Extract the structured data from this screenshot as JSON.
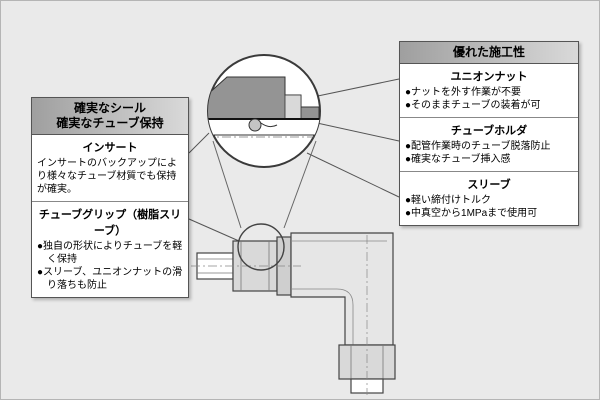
{
  "left_box": {
    "header_line1": "確実なシール",
    "header_line2": "確実なチューブ保持",
    "sections": [
      {
        "title": "インサート",
        "body": "インサートのバックアップにより様々なチューブ材質でも保持が確実。"
      },
      {
        "title": "チューブグリップ（樹脂スリーブ）",
        "bullets": [
          "●独自の形状によりチューブを軽く保持",
          "●スリーブ、ユニオンナットの滑り落ちも防止"
        ]
      }
    ]
  },
  "right_box": {
    "header": "優れた施工性",
    "sections": [
      {
        "title": "ユニオンナット",
        "bullets": [
          "●ナットを外す作業が不要",
          "●そのままチューブの装着が可"
        ]
      },
      {
        "title": "チューブホルダ",
        "bullets": [
          "●配管作業時のチューブ脱落防止",
          "●確実なチューブ挿入感"
        ]
      },
      {
        "title": "スリーブ",
        "bullets": [
          "●軽い締付けトルク",
          "●中真空から1MPaまで使用可"
        ]
      }
    ]
  },
  "colors": {
    "background": "#eaeaea",
    "box_background": "#ffffff",
    "header_gradient_start": "#9f9f9f",
    "header_gradient_end": "#d9d9d9",
    "line_color": "#444444",
    "nut_fill": "#949494",
    "metal_fill": "#d9d9d9"
  }
}
